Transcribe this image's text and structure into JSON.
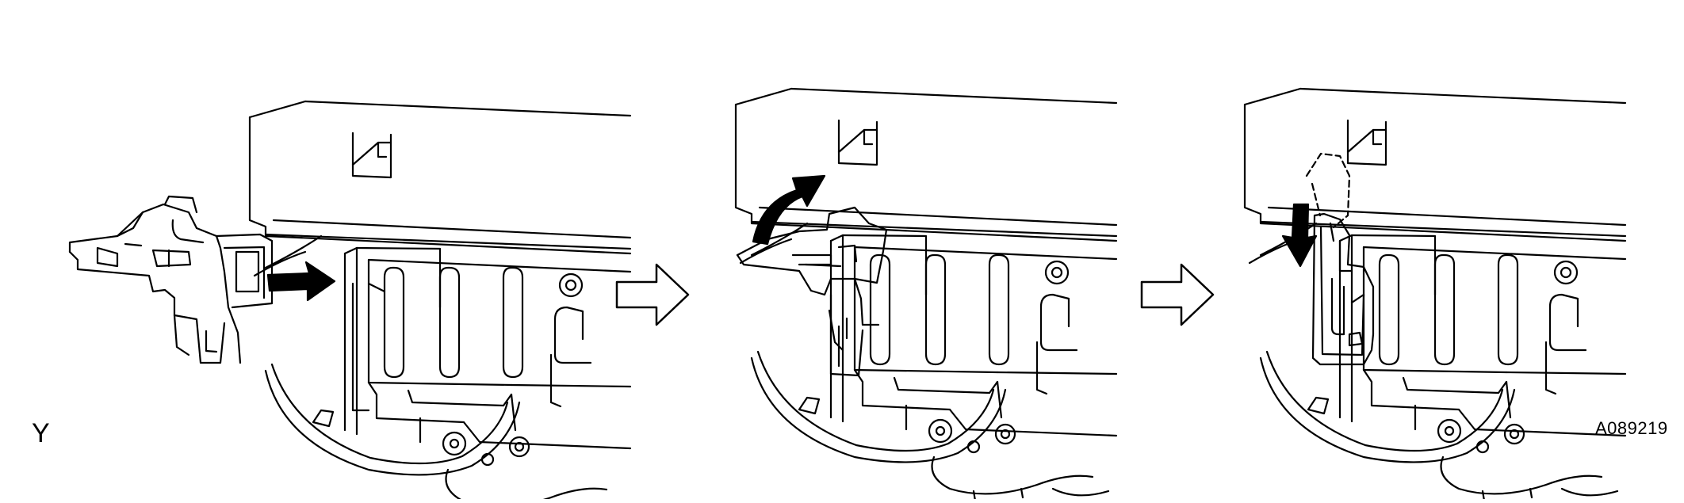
{
  "labels": {
    "corner_mark": "Y",
    "figure_code": "A089219"
  },
  "colors": {
    "line": "#000000",
    "background": "#ffffff",
    "arrow_fill": "#000000"
  },
  "steps": [
    {
      "name": "insert",
      "arrow": "solid-right-arrow"
    },
    {
      "name": "rotate",
      "arrow": "curved-arrow"
    },
    {
      "name": "push-down",
      "arrow": "solid-down-arrow"
    }
  ],
  "transitions": [
    "outline-right-arrow",
    "outline-right-arrow"
  ]
}
